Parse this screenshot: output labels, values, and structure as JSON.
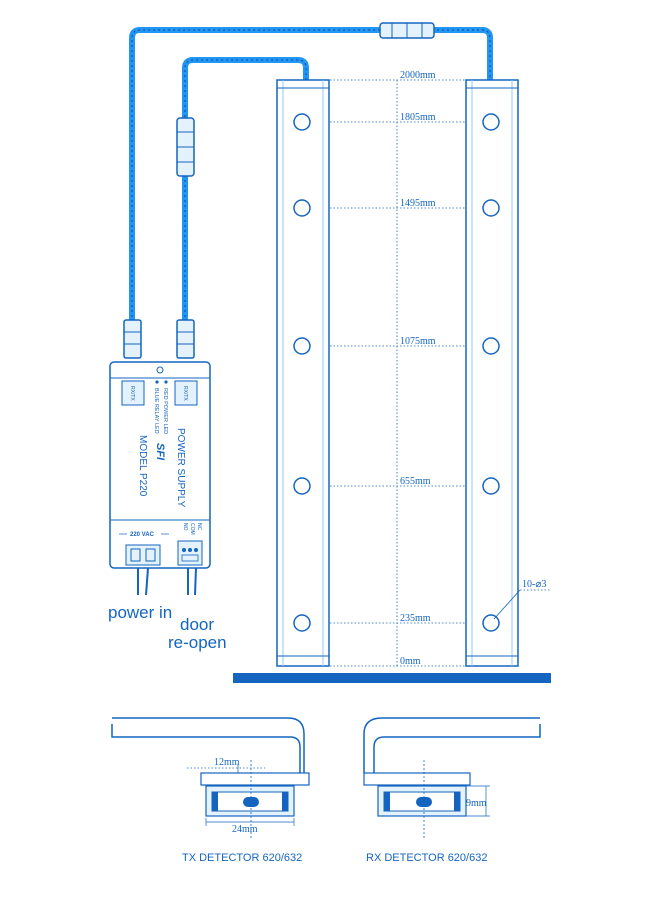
{
  "colors": {
    "primary": "#1565c0",
    "line": "#2196f3",
    "pale": "#e3f2fd",
    "dark": "#0d47a1"
  },
  "dimensions": [
    "2000mm",
    "1805mm",
    "1495mm",
    "1075mm",
    "655mm",
    "235mm",
    "0mm"
  ],
  "hole_note": "10-⌀3",
  "power_supply": {
    "title": "POWER SUPPLY",
    "model": "MODEL P220",
    "brand": "SFI",
    "led_red": "RED POWER LED",
    "led_blue": "BLUE RELAY LED",
    "port_left": "RX/TX",
    "port_right": "RX/TX",
    "voltage": "220 VAC",
    "term_nc": "NC",
    "term_com": "COM",
    "term_no": "NO"
  },
  "labels": {
    "power_in": "power in",
    "door_line1": "door",
    "door_line2": "re-open"
  },
  "tx": {
    "caption": "TX DETECTOR 620/632",
    "dim_top": "12mm",
    "dim_bottom": "24mm"
  },
  "rx": {
    "caption": "RX DETECTOR 620/632",
    "dim_side": "9mm"
  }
}
